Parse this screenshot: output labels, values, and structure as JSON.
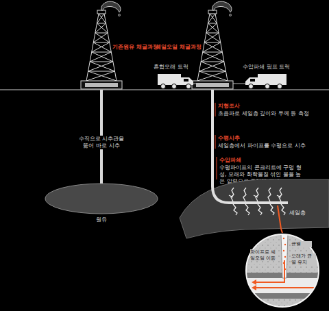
{
  "diagram": {
    "nodes": [
      {
        "text": [
          "원유"
        ]
      },
      {
        "text": [
          "셰일층"
        ]
      },
      {
        "text": [
          "파이프로 셰일오일 이동",
          "균열",
          "모래가 균열 유지"
        ]
      }
    ],
    "edges": [
      {
        "from": 1,
        "to": 2,
        "arrow": "none"
      }
    ],
    "labels": [
      "기존원유 채굴과정",
      "셰일오일 채굴과정",
      "혼합모래 트럭",
      "수압파쇄 펌프 트럭",
      "지형조사",
      "초음파로 셰일층 깊이와 두께 등 측정",
      "수평시추",
      "셰일층에서 파이프를 수평으로 시추",
      "수압파쇄",
      "수평파이프의 콘크리트에 구멍 형성, 모래와 화학물질 섞인 물을 높은 압력으로 주입해 파쇄",
      "수직으로 시추관을 뚫어 바로 시추"
    ]
  }
}
